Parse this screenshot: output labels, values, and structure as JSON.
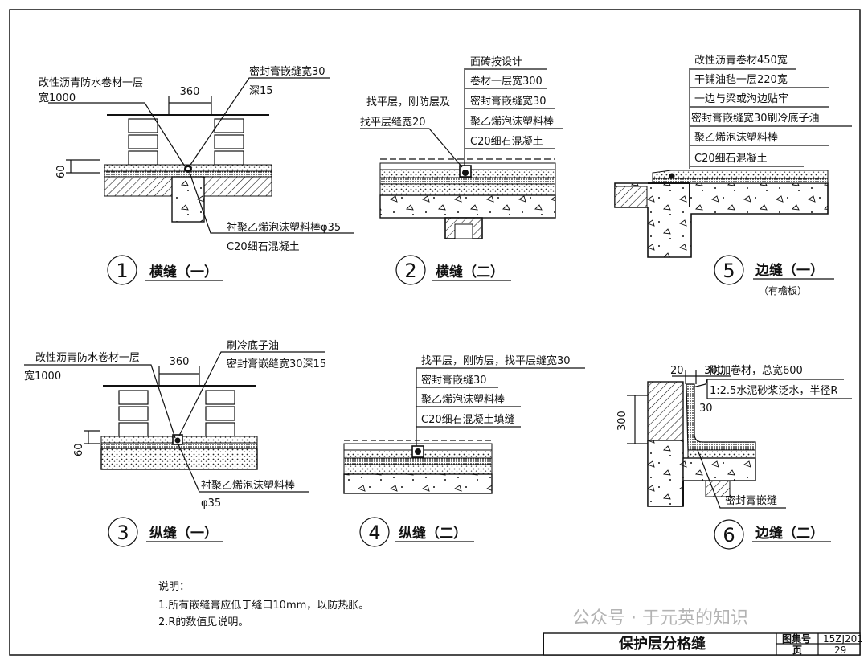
{
  "details": {
    "d1": {
      "number": "1",
      "title": "横缝（一）",
      "notes": [
        "改性沥青防水卷材一层",
        "宽1000",
        "密封膏嵌缝宽30",
        "深15",
        "衬聚乙烯泡沫塑料棒φ35",
        "C20细石混凝土"
      ],
      "dims": [
        "360",
        "60"
      ]
    },
    "d2": {
      "number": "2",
      "title": "横缝（二）",
      "notes": [
        "找平层，刚防层及",
        "找平层缝宽20",
        "面砖按设计",
        "卷材一层宽300",
        "密封膏嵌缝宽30",
        "聚乙烯泡沫塑料棒",
        "C20细石混凝土"
      ]
    },
    "d3": {
      "number": "3",
      "title": "纵缝（一）",
      "notes": [
        "改性沥青防水卷材一层",
        "宽1000",
        "刷冷底子油",
        "密封膏嵌缝宽30深15",
        "衬聚乙烯泡沫塑料棒",
        "φ35"
      ],
      "dims": [
        "360",
        "60"
      ]
    },
    "d4": {
      "number": "4",
      "title": "纵缝（二）",
      "notes": [
        "找平层，刚防层，找平层缝宽30",
        "密封膏嵌缝30",
        "聚乙烯泡沫塑料棒",
        "C20细石混凝土填缝"
      ]
    },
    "d5": {
      "number": "5",
      "title": "边缝（一）",
      "subtitle": "（有檐板）",
      "notes": [
        "改性沥青卷材450宽",
        "干铺油毡一层220宽",
        "一边与梁或沟边贴牢",
        "密封膏嵌缝宽30刷冷底子油",
        "聚乙烯泡沫塑料棒",
        "C20细石混凝土"
      ]
    },
    "d6": {
      "number": "6",
      "title": "边缝（二）",
      "notes": [
        "附加卷材，总宽600",
        "1:2.5水泥砂浆泛水，半径R",
        "密封膏嵌缝"
      ],
      "dims": [
        "20",
        "300",
        "300",
        "30"
      ]
    }
  },
  "remarks": {
    "heading": "说明：",
    "items": [
      "1.所有嵌缝膏应低于缝口10mm，以防热胀。",
      "2.R的数值见说明。"
    ]
  },
  "title_block": {
    "drawing_title": "保护层分格缝",
    "atlas_label": "图集号",
    "atlas_value": "15ZJ201",
    "page_label": "页",
    "page_value": "29"
  },
  "watermark": "公众号 · 于元英的知识"
}
